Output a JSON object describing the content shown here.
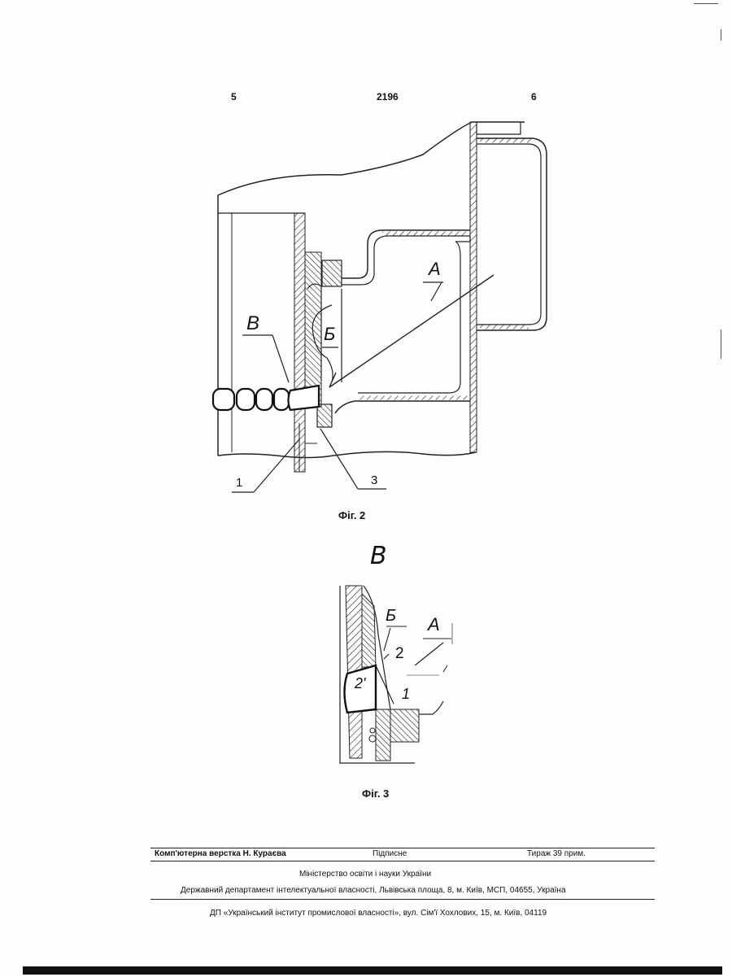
{
  "header": {
    "left_page": "5",
    "patent_number": "2196",
    "right_page": "6"
  },
  "figure2": {
    "caption": "Фіг. 2",
    "labels": {
      "a": "А",
      "b": "Б",
      "v": "В",
      "n1": "1",
      "n3": "3"
    }
  },
  "figure3": {
    "view_letter": "В",
    "caption": "Фіг. 3",
    "labels": {
      "b": "Б",
      "a": "А",
      "n2": "2",
      "n2p": "2'",
      "n1": "1"
    }
  },
  "footer": {
    "layout_credit": "Комп'ютерна верстка Н. Кураєва",
    "signature_status": "Підписне",
    "circulation": "Тираж 39 прим.",
    "ministry": "Міністерство освіти і науки України",
    "department": "Державний департамент інтелектуальної власності, Львівська площа, 8, м. Київ, МСП, 04655, Україна",
    "institute": "ДП «Український інститут промислової власності», вул. Сім'ї Хохлових, 15, м. Київ, 04119"
  }
}
